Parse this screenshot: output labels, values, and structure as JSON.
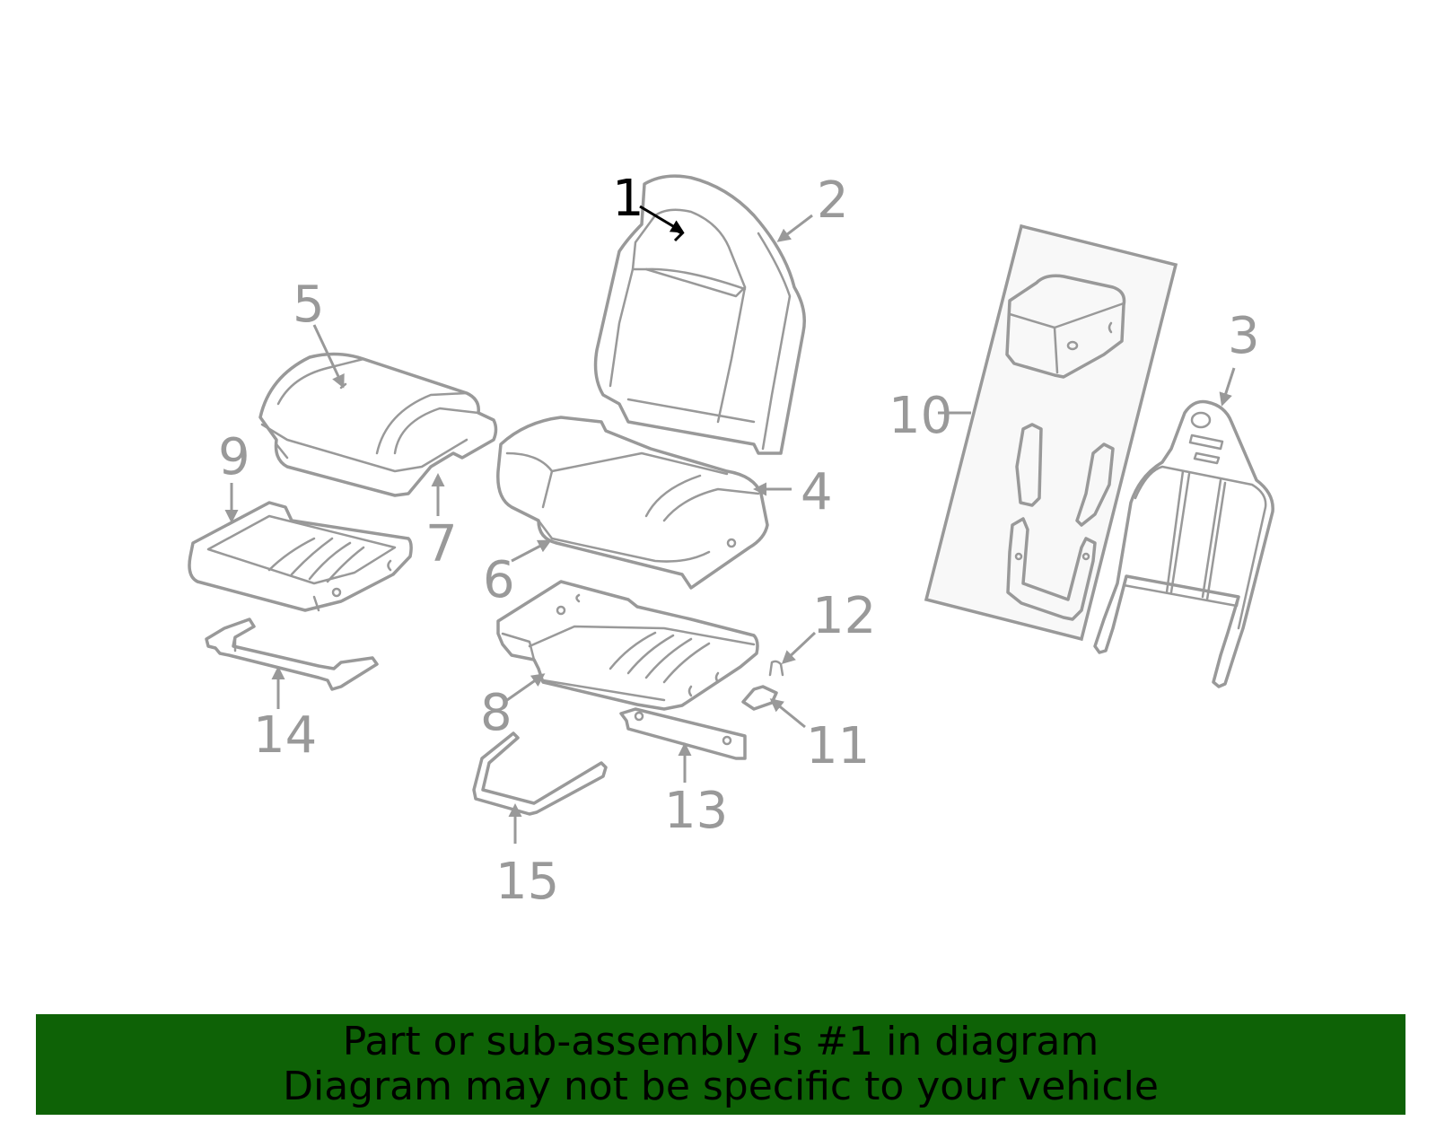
{
  "diagram": {
    "highlighted_callout": "1",
    "callouts": [
      "1",
      "2",
      "3",
      "4",
      "5",
      "6",
      "7",
      "8",
      "9",
      "10",
      "11",
      "12",
      "13",
      "14",
      "15"
    ],
    "colors": {
      "line": "#999999",
      "highlight": "#000000",
      "banner": "#0e6206"
    }
  },
  "banner": {
    "line1": "Part or sub-assembly is #1 in diagram",
    "line2": "Diagram may not be specific to your vehicle"
  }
}
